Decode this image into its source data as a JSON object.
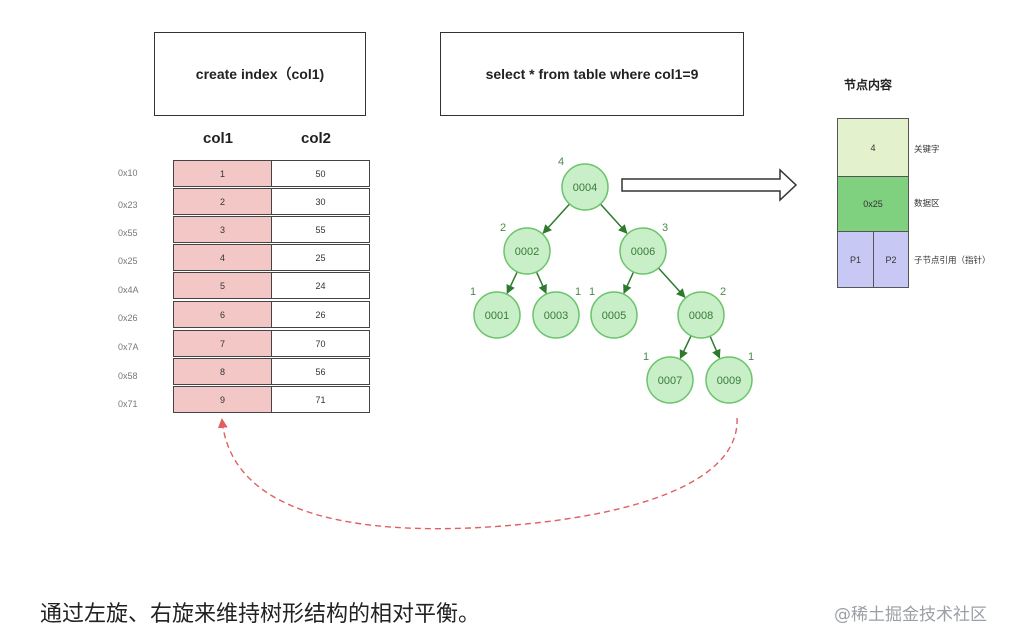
{
  "boxes": {
    "create_index": "create  index（col1)",
    "query": "select  * from table  where col1=9"
  },
  "table": {
    "headers": [
      "col1",
      "col2"
    ],
    "rows": [
      {
        "addr": "0x10",
        "col1": "1",
        "col2": "50"
      },
      {
        "addr": "0x23",
        "col1": "2",
        "col2": "30"
      },
      {
        "addr": "0x55",
        "col1": "3",
        "col2": "55"
      },
      {
        "addr": "0x25",
        "col1": "4",
        "col2": "25"
      },
      {
        "addr": "0x4A",
        "col1": "5",
        "col2": "24"
      },
      {
        "addr": "0x26",
        "col1": "6",
        "col2": "26"
      },
      {
        "addr": "0x7A",
        "col1": "7",
        "col2": "70"
      },
      {
        "addr": "0x58",
        "col1": "8",
        "col2": "56"
      },
      {
        "addr": "0x71",
        "col1": "9",
        "col2": "71"
      }
    ]
  },
  "tree": {
    "nodes": [
      {
        "id": "n4",
        "label": "0004",
        "height": "4"
      },
      {
        "id": "n2",
        "label": "0002",
        "height": "2"
      },
      {
        "id": "n6",
        "label": "0006",
        "height": "3"
      },
      {
        "id": "n1",
        "label": "0001",
        "height": "1"
      },
      {
        "id": "n3",
        "label": "0003",
        "height": "1"
      },
      {
        "id": "n5",
        "label": "0005",
        "height": "1"
      },
      {
        "id": "n8",
        "label": "0008",
        "height": "2"
      },
      {
        "id": "n7",
        "label": "0007",
        "height": "1"
      },
      {
        "id": "n9",
        "label": "0009",
        "height": "1"
      }
    ],
    "edges": [
      [
        "n4",
        "n2"
      ],
      [
        "n4",
        "n6"
      ],
      [
        "n2",
        "n1"
      ],
      [
        "n2",
        "n3"
      ],
      [
        "n6",
        "n5"
      ],
      [
        "n6",
        "n8"
      ],
      [
        "n8",
        "n7"
      ],
      [
        "n8",
        "n9"
      ]
    ]
  },
  "legend": {
    "title": "节点内容",
    "key_value": "4",
    "key_label": "关键字",
    "data_value": "0x25",
    "data_label": "数据区",
    "p1": "P1",
    "p2": "P2",
    "pointer_label": "子节点引用（指针）"
  },
  "colors": {
    "node_fill": "#c8efc8",
    "node_stroke": "#6cc46c",
    "edge": "#2d7a2d",
    "dashed_arrow": "#e06060",
    "col1_fill": "#f4c7c7",
    "legend_key": "#e3f2cc",
    "legend_data": "#7fd17f",
    "legend_ptr": "#c7c9f4"
  },
  "caption": "通过左旋、右旋来维持树形结构的相对平衡。",
  "watermark": "@稀土掘金技术社区"
}
